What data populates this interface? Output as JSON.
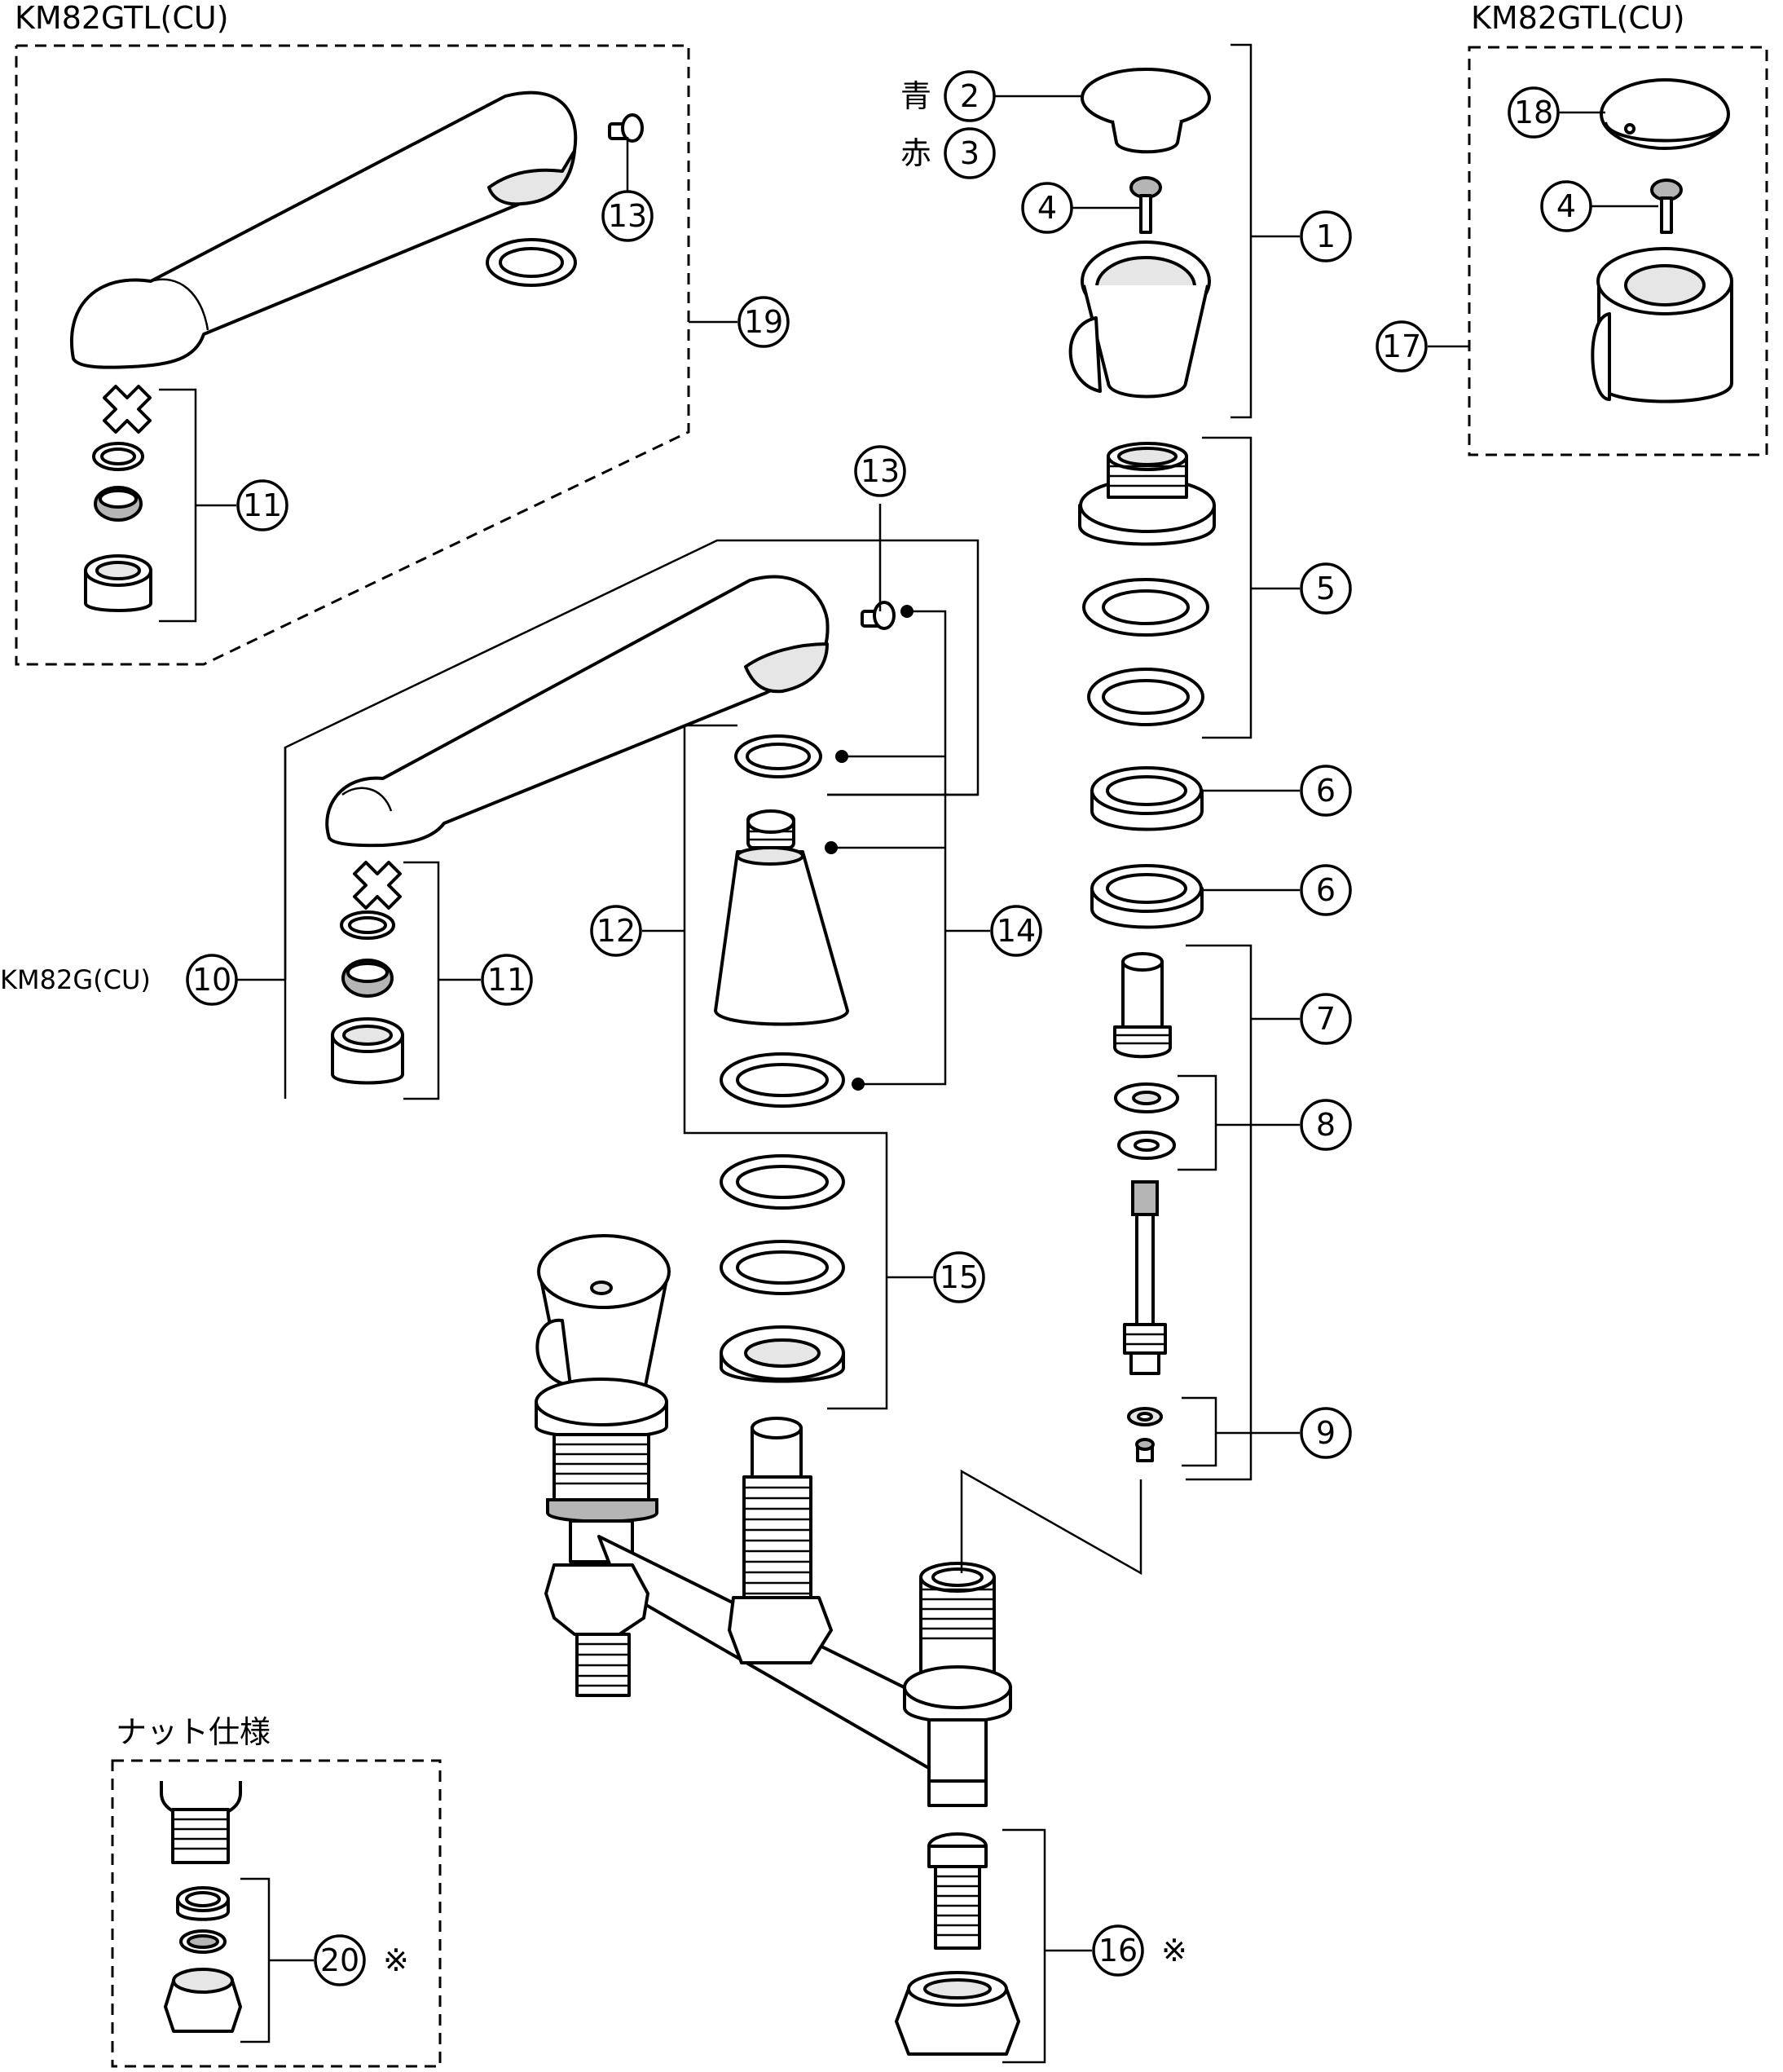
{
  "model_labels": {
    "gtl_left": "KM82GTL(CU)",
    "gtl_right": "KM82GTL(CU)",
    "km82g": "KM82G(CU)",
    "nut_spec": "ナット仕様"
  },
  "color_labels": {
    "blue": "青",
    "red": "赤"
  },
  "notes": {
    "mark_16": "※",
    "mark_20": "※"
  },
  "callouts": [
    "1",
    "2",
    "3",
    "4",
    "4",
    "5",
    "6",
    "6",
    "7",
    "8",
    "9",
    "10",
    "11",
    "11",
    "12",
    "13",
    "13",
    "14",
    "15",
    "16",
    "17",
    "18",
    "19",
    "20"
  ],
  "parts": {
    "p1": "1",
    "p2": "2",
    "p3": "3",
    "p4a": "4",
    "p4b": "4",
    "p5": "5",
    "p6a": "6",
    "p6b": "6",
    "p7": "7",
    "p8": "8",
    "p9": "9",
    "p10": "10",
    "p11a": "11",
    "p11b": "11",
    "p12": "12",
    "p13a": "13",
    "p13b": "13",
    "p14": "14",
    "p15": "15",
    "p16": "16",
    "p17": "17",
    "p18": "18",
    "p19": "19",
    "p20": "20"
  }
}
